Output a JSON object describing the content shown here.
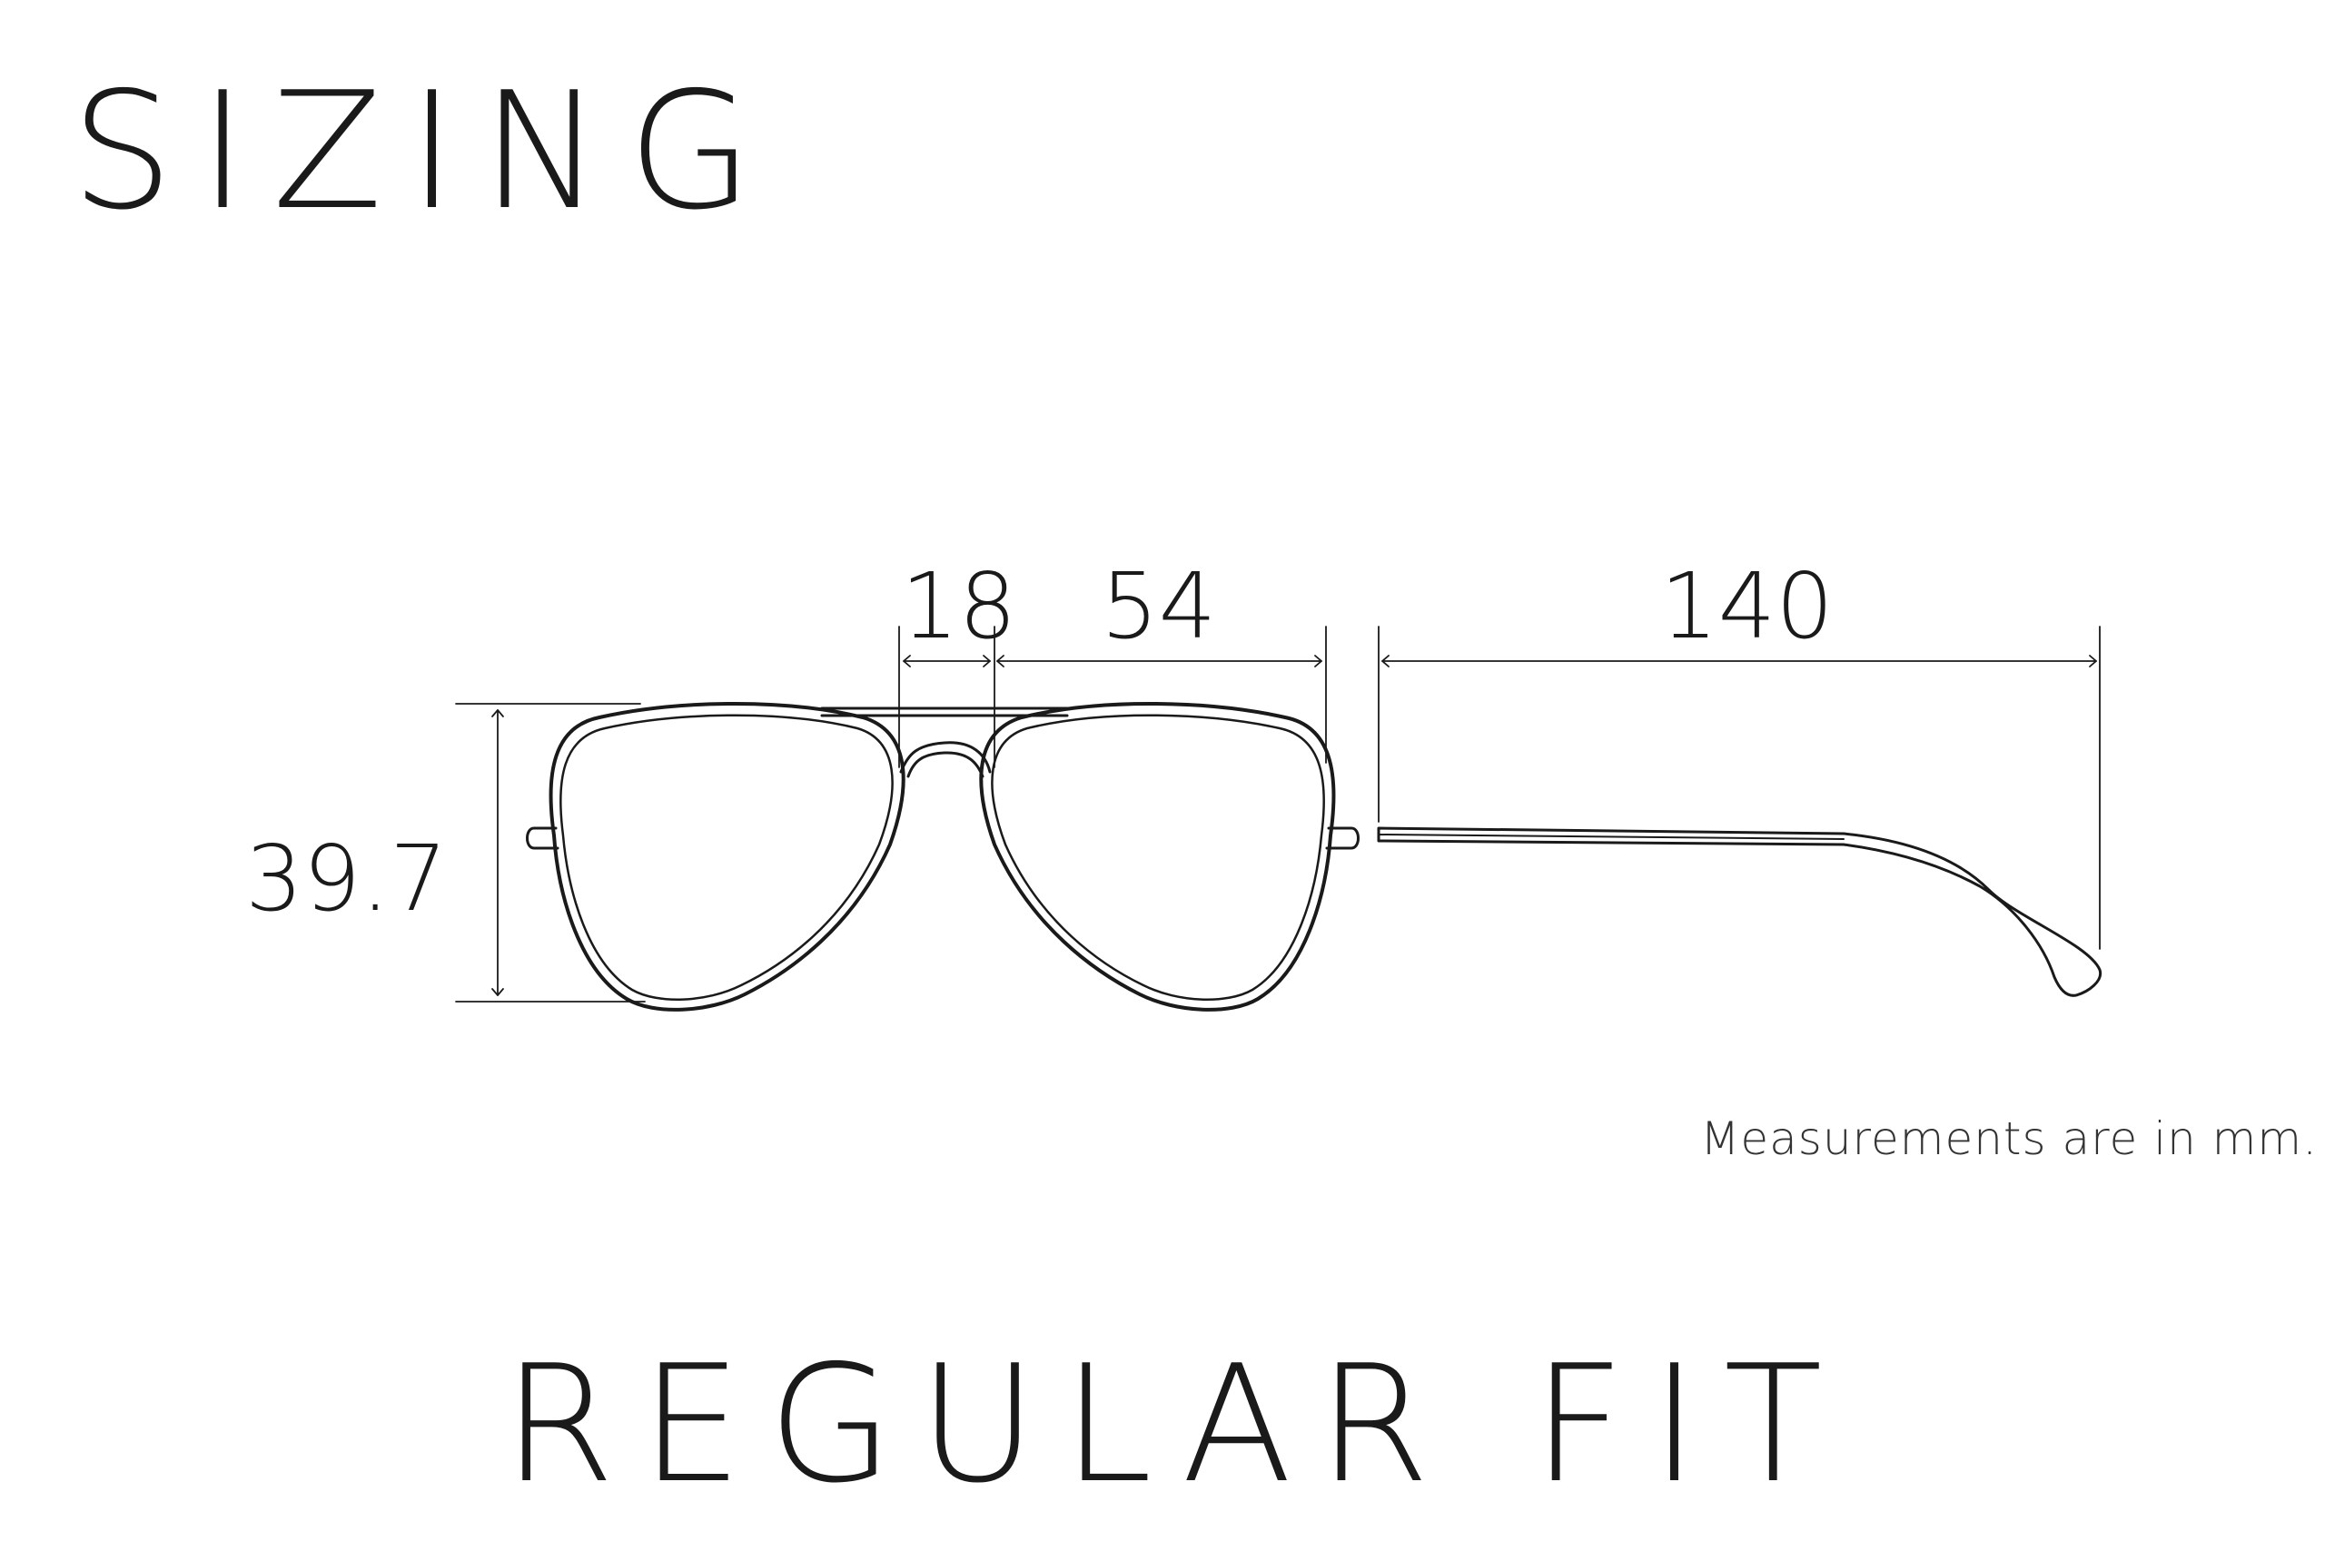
{
  "heading": "SIZING",
  "fit_label": "REGULAR FIT",
  "units_note": "Measurements are in mm.",
  "measurements": {
    "bridge": "18",
    "lens_width": "54",
    "temple_length": "140",
    "lens_height": "39.7"
  },
  "colors": {
    "background": "#ffffff",
    "ink": "#1a1a1a"
  },
  "icons": {
    "front_view": "aviator-sunglasses-front-icon",
    "side_view": "sunglasses-temple-arm-icon"
  }
}
